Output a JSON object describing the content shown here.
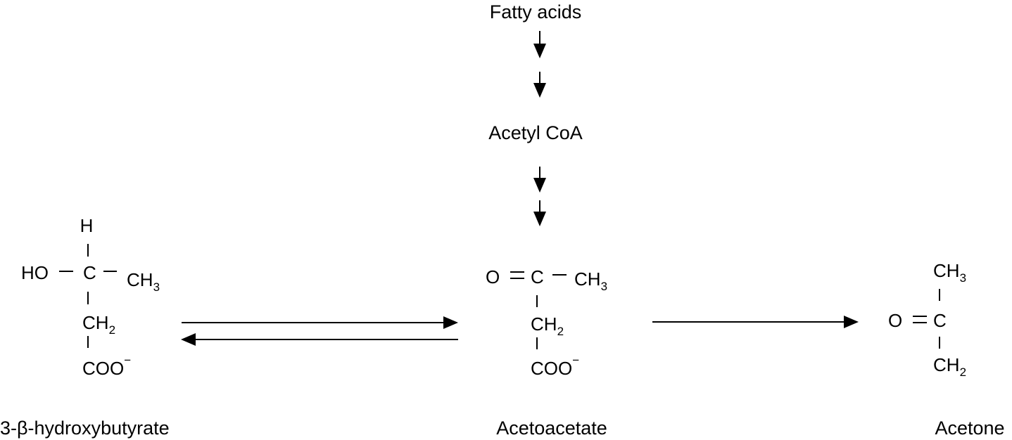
{
  "pathway": {
    "top_label": "Fatty acids",
    "middle_label": "Acetyl CoA"
  },
  "hydroxybutyrate": {
    "name": "3-β-hydroxybutyrate",
    "atom_h": "H",
    "atom_ho": "HO",
    "atom_c": "C",
    "atom_ch": "CH",
    "sub_3": "3",
    "atom_ch2": "CH",
    "sub_2": "2",
    "atom_coo": "COO",
    "charge": "−"
  },
  "acetoacetate": {
    "name": "Acetoacetate",
    "atom_o": "O",
    "atom_c": "C",
    "atom_ch": "CH",
    "sub_3": "3",
    "atom_ch2": "CH",
    "sub_2": "2",
    "atom_coo": "COO",
    "charge": "−"
  },
  "acetone": {
    "name": "Acetone",
    "atom_ch_top": "CH",
    "sub_3": "3",
    "atom_o": "O",
    "atom_c": "C",
    "atom_ch_bottom": "CH",
    "sub_2": "2"
  }
}
